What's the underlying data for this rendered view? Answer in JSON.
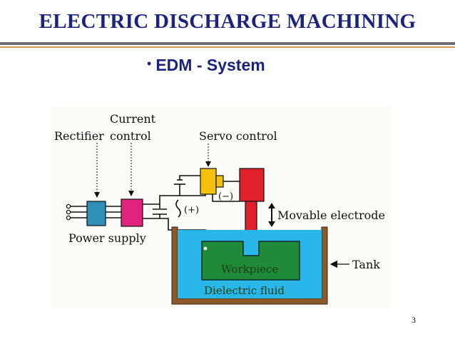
{
  "slide": {
    "title": "ELECTRIC DISCHARGE MACHINING",
    "bullet": "EDM - System",
    "page_number": "3"
  },
  "diagram": {
    "labels": {
      "rectifier": "Rectifier",
      "current_control_line1": "Current",
      "current_control_line2": "control",
      "servo_control": "Servo control",
      "movable_electrode": "Movable electrode",
      "power_supply": "Power supply",
      "tank": "Tank",
      "workpiece": "Workpiece",
      "dielectric_fluid": "Dielectric fluid",
      "plus": "(+)",
      "minus": "(−)"
    },
    "colors": {
      "rectifier": "#2f8fb8",
      "current_control": "#e0237e",
      "servo": "#f4c20d",
      "electrode": "#e0202a",
      "tank_wall": "#8b5a2b",
      "dielectric": "#29b6e9",
      "workpiece": "#1f8a3a"
    }
  }
}
